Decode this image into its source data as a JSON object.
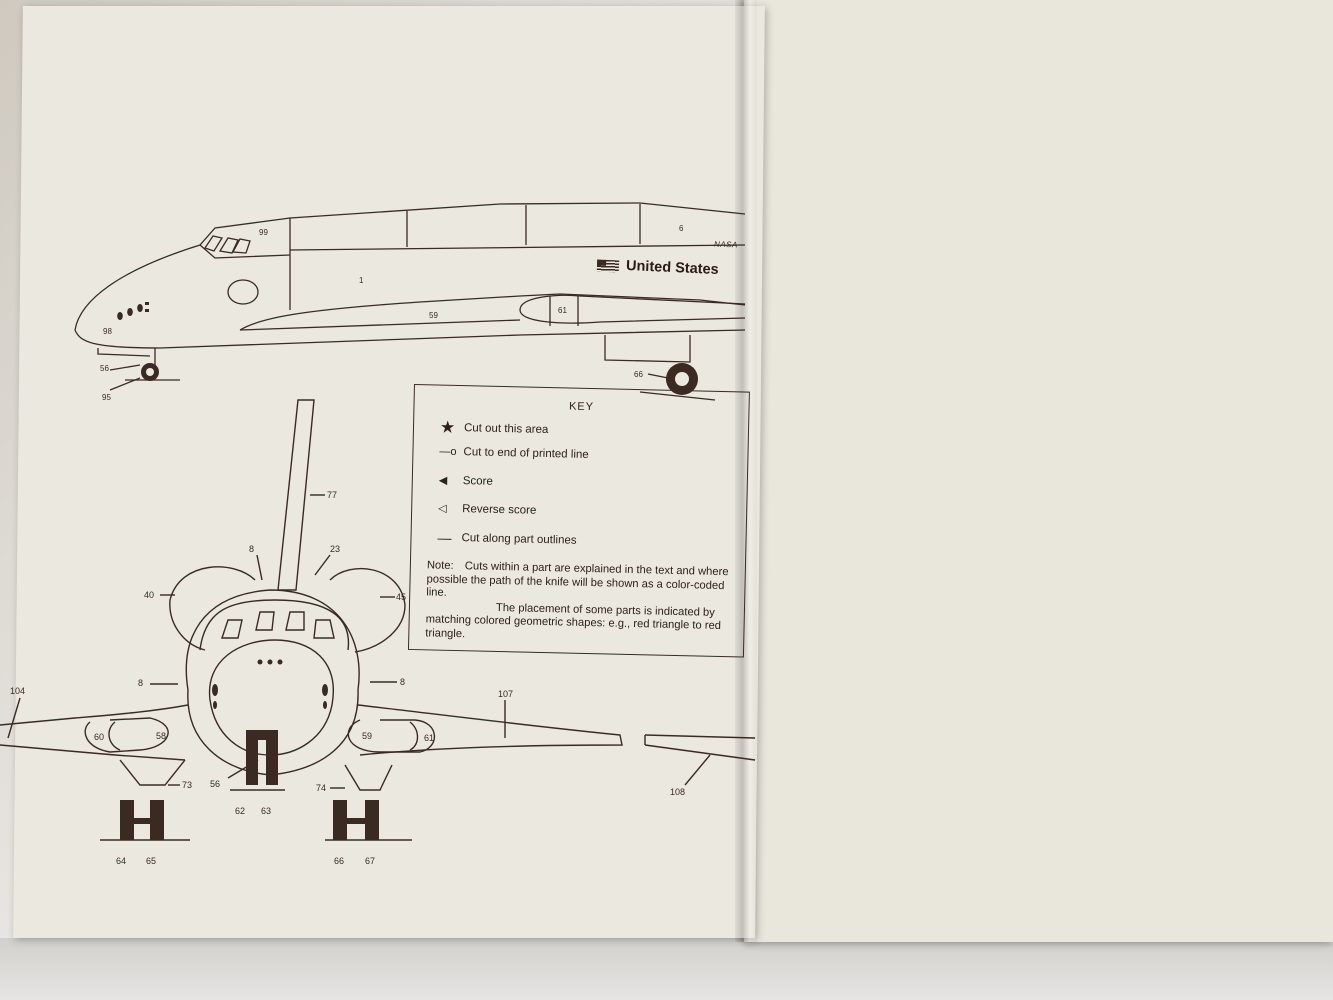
{
  "diagram": {
    "labels": {
      "side": [
        "99",
        "6",
        "1",
        "59",
        "61",
        "98",
        "56",
        "95",
        "66"
      ],
      "front": [
        "77",
        "8",
        "23",
        "40",
        "45",
        "8",
        "8",
        "104",
        "107",
        "60",
        "58",
        "59",
        "61",
        "73",
        "56",
        "74",
        "62",
        "63",
        "64",
        "65",
        "66",
        "67",
        "108"
      ]
    },
    "logo_text": "United States",
    "nasa": "NASA"
  },
  "key": {
    "title": "KEY",
    "items": [
      {
        "icon": "star-icon",
        "symbol": "★",
        "text": "Cut out this area"
      },
      {
        "icon": "cut-line-icon",
        "symbol": "—o",
        "text": "Cut to end of printed line"
      },
      {
        "icon": "score-icon",
        "symbol": "◀",
        "text": "Score"
      },
      {
        "icon": "reverse-score-icon",
        "symbol": "◁",
        "text": "Reverse score"
      },
      {
        "icon": "outline-line-icon",
        "symbol": "—",
        "text": "Cut along part outlines"
      }
    ],
    "note_lead": "Note:",
    "note_1": "Cuts within a part are explained in the text and where possible the path of the knife will be shown as a color-coded line.",
    "note_2": "The placement of some parts is indicated by matching colored geometric shapes: e.g., red triangle to red triangle."
  }
}
